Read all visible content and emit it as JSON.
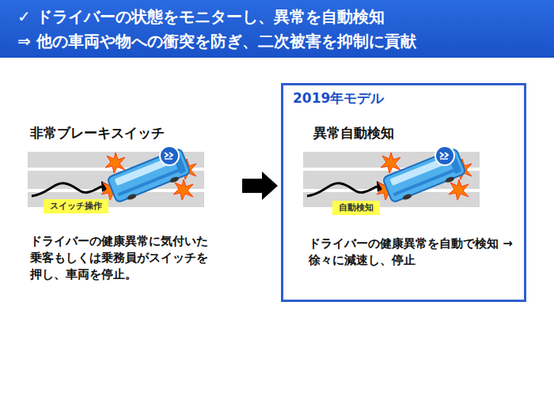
{
  "diagram": {
    "nodes": [
      {
        "text": [
          "✓ ドライバーの状態をモニターし、異常を自動検知",
          "⇒ 他の車両や物への衝突を防ぎ、二次被害を抑制に貢献"
        ]
      },
      {
        "text": [
          "非常ブレーキスイッチ",
          "ドライバーの健康異常に気付いた 乗客もしくは乗務員がスイッチを 押し、車両を停止。"
        ]
      },
      {
        "text": [
          "スイッチ操作"
        ],
        "in": 1
      },
      {
        "text": [
          "2019年モデル",
          "異常自動検知",
          "ドライバーの健康異常を自動で検知 →徐々に減速し、停止"
        ]
      },
      {
        "text": [
          "自動検知"
        ],
        "in": 3
      }
    ],
    "edges": [
      {
        "from": 1,
        "to": 3,
        "arrow": "to"
      }
    ]
  }
}
